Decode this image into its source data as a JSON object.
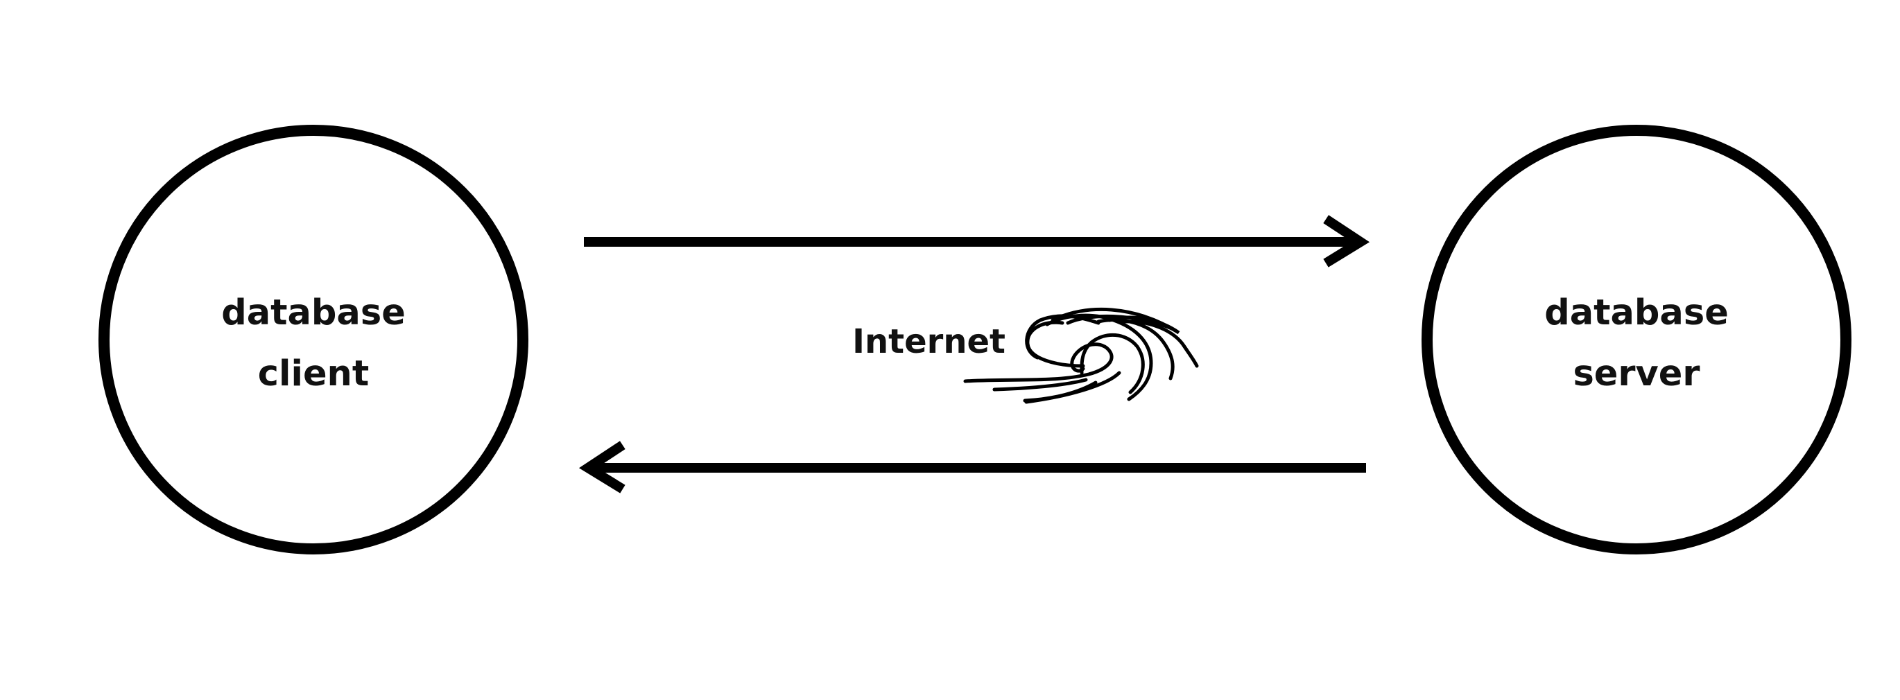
{
  "diagram": {
    "nodes": [
      {
        "id": "client",
        "lines": [
          "database",
          "client"
        ]
      },
      {
        "id": "server",
        "lines": [
          "database",
          "server"
        ]
      }
    ],
    "edges": [
      {
        "from": "client",
        "to": "server"
      },
      {
        "from": "server",
        "to": "client"
      }
    ],
    "channel": {
      "label": "Internet",
      "icon": "wave-icon"
    }
  },
  "colors": {
    "stroke": "#000000",
    "text": "#111111",
    "background": "#ffffff"
  }
}
